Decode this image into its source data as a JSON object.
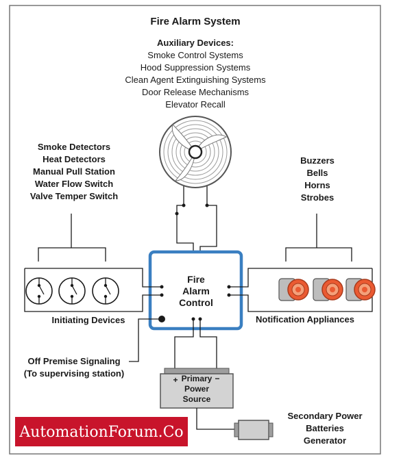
{
  "title": "Fire Alarm System",
  "auxiliary": {
    "heading": "Auxiliary Devices:",
    "items": [
      "Smoke Control Systems",
      "Hood Suppression Systems",
      "Clean Agent Extinguishing Systems",
      "Door Release Mechanisms",
      "Elevator Recall"
    ]
  },
  "initiating_list": [
    "Smoke Detectors",
    "Heat Detectors",
    "Manual Pull Station",
    "Water Flow Switch",
    "Valve Temper Switch"
  ],
  "notification_list": [
    "Buzzers",
    "Bells",
    "Horns",
    "Strobes"
  ],
  "control": {
    "line1": "Fire",
    "line2": "Alarm",
    "line3": "Control"
  },
  "initiating_label": "Initiating Devices",
  "notification_label": "Notification Appliances",
  "off_premise": {
    "line1": "Off Premise Signaling",
    "line2": "(To supervising station)"
  },
  "primary_power": {
    "line1": "Primary",
    "line2": "Power",
    "line3": "Source",
    "plus": "+",
    "minus": "−"
  },
  "secondary_power": {
    "line1": "Secondary Power",
    "line2": "Batteries",
    "line3": "Generator"
  },
  "brand": "AutomationForum.Co",
  "colors": {
    "control_border": "#3a7fc1",
    "brand_bg": "#c8142b",
    "strobe": "#ea5a32",
    "device_gray": "#bdbdbd"
  },
  "icons": [
    "fan-icon",
    "switch-icon",
    "strobe-icon",
    "battery-icon"
  ]
}
